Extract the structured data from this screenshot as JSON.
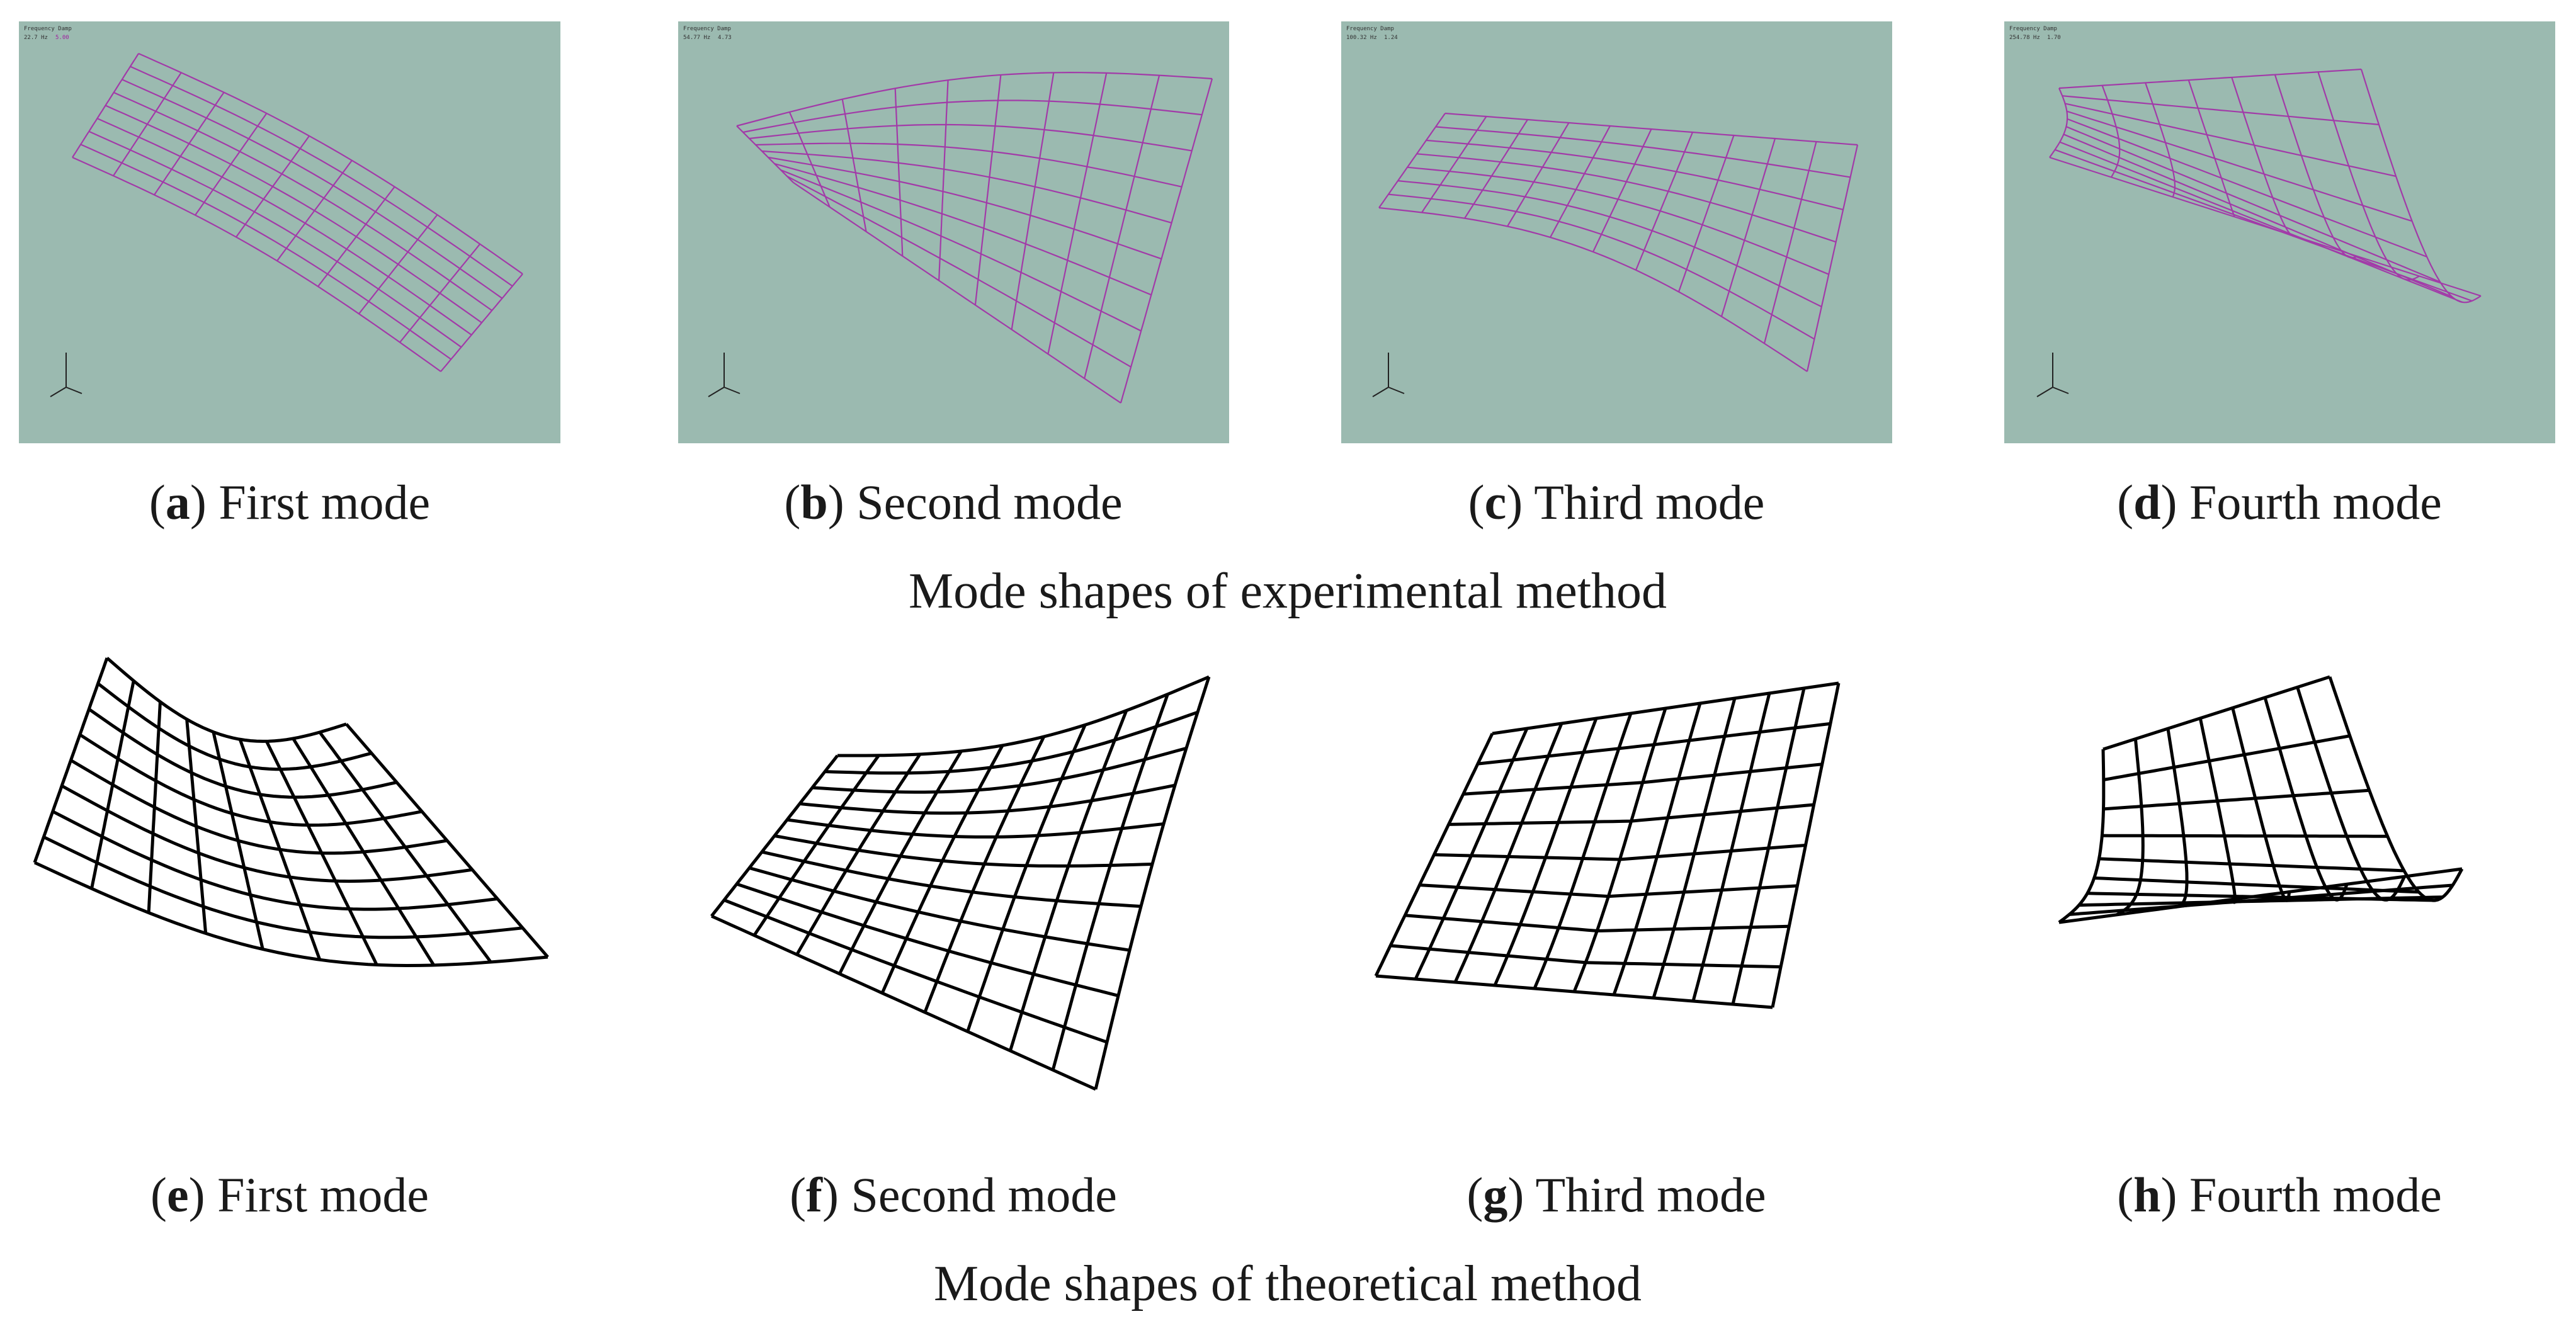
{
  "colors": {
    "panel_bg": "#9bbab0",
    "experimental_mesh": "#a23aa8",
    "theoretical_mesh": "#000000",
    "text": "#1a1a1a"
  },
  "experimental": {
    "title": "Mode shapes of experimental method",
    "panels": [
      {
        "letter": "a",
        "caption": " First mode",
        "readout_head": "Frequency  Damp",
        "readout_freq": "22.7 Hz",
        "readout_damp": "5.00"
      },
      {
        "letter": "b",
        "caption": " Second mode",
        "readout_head": "Frequency  Damp",
        "readout_freq": "54.77 Hz",
        "readout_damp": "4.73"
      },
      {
        "letter": "c",
        "caption": " Third mode",
        "readout_head": "Frequency  Damp",
        "readout_freq": "100.32 Hz",
        "readout_damp": "1.24"
      },
      {
        "letter": "d",
        "caption": " Fourth mode",
        "readout_head": "Frequency  Damp",
        "readout_freq": "254.78 Hz",
        "readout_damp": "1.70"
      }
    ]
  },
  "theoretical": {
    "title": "Mode shapes of theoretical method",
    "panels": [
      {
        "letter": "e",
        "caption": " First mode"
      },
      {
        "letter": "f",
        "caption": " Second mode"
      },
      {
        "letter": "g",
        "caption": " Third mode"
      },
      {
        "letter": "h",
        "caption": " Fourth mode"
      }
    ]
  }
}
